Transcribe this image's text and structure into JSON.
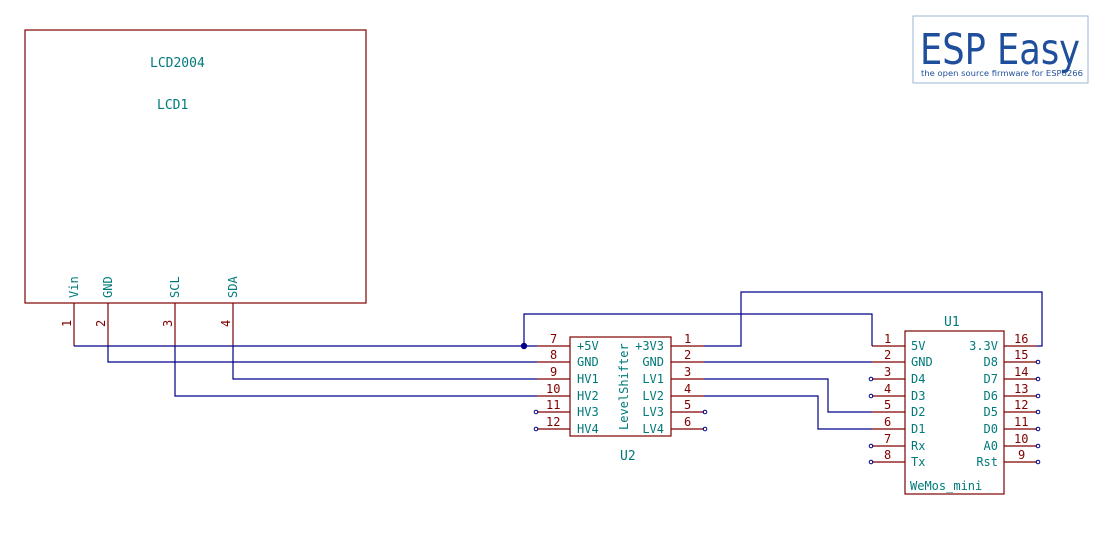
{
  "logo": {
    "title": "ESP Easy",
    "tagline": "the open source firmware for ESP8266"
  },
  "lcd": {
    "value": "LCD2004",
    "ref": "LCD1",
    "pins": [
      {
        "num": "1",
        "name": "Vin"
      },
      {
        "num": "2",
        "name": "GND"
      },
      {
        "num": "3",
        "name": "SCL"
      },
      {
        "num": "4",
        "name": "SDA"
      }
    ]
  },
  "levelshifter": {
    "value": "LevelShifter",
    "ref": "U2",
    "left_pins": [
      {
        "num": "7",
        "name": "+5V"
      },
      {
        "num": "8",
        "name": "GND"
      },
      {
        "num": "9",
        "name": "HV1"
      },
      {
        "num": "10",
        "name": "HV2"
      },
      {
        "num": "11",
        "name": "HV3"
      },
      {
        "num": "12",
        "name": "HV4"
      }
    ],
    "right_pins": [
      {
        "num": "1",
        "name": "+3V3"
      },
      {
        "num": "2",
        "name": "GND"
      },
      {
        "num": "3",
        "name": "LV1"
      },
      {
        "num": "4",
        "name": "LV2"
      },
      {
        "num": "5",
        "name": "LV3"
      },
      {
        "num": "6",
        "name": "LV4"
      }
    ]
  },
  "wemos": {
    "value": "WeMos_mini",
    "ref": "U1",
    "left_pins": [
      {
        "num": "1",
        "name": "5V"
      },
      {
        "num": "2",
        "name": "GND"
      },
      {
        "num": "3",
        "name": "D4"
      },
      {
        "num": "4",
        "name": "D3"
      },
      {
        "num": "5",
        "name": "D2"
      },
      {
        "num": "6",
        "name": "D1"
      },
      {
        "num": "7",
        "name": "Rx"
      },
      {
        "num": "8",
        "name": "Tx"
      }
    ],
    "right_pins": [
      {
        "num": "16",
        "name": "3.3V"
      },
      {
        "num": "15",
        "name": "D8"
      },
      {
        "num": "14",
        "name": "D7"
      },
      {
        "num": "13",
        "name": "D6"
      },
      {
        "num": "12",
        "name": "D5"
      },
      {
        "num": "11",
        "name": "D0"
      },
      {
        "num": "10",
        "name": "A0"
      },
      {
        "num": "9",
        "name": "Rst"
      }
    ]
  }
}
